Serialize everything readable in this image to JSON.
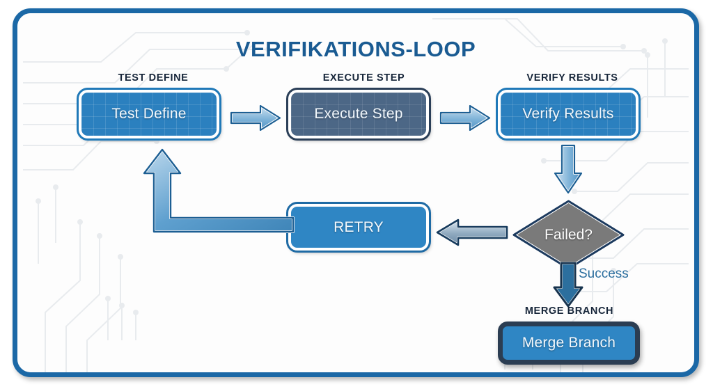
{
  "diagram": {
    "title": "VERIFIKATIONS-LOOP",
    "type": "flowchart",
    "accent_color": "#1b68a6",
    "title_color": "#1a5b92",
    "nodes": [
      {
        "id": "test-define",
        "caption": "TEST DEFINE",
        "label": "Test Define",
        "shape": "rounded-rect",
        "fill": "#2b80bf"
      },
      {
        "id": "execute-step",
        "caption": "EXECUTE STEP",
        "label": "Execute Step",
        "shape": "rounded-rect",
        "fill": "#4c6786"
      },
      {
        "id": "verify-results",
        "caption": "VERIFY RESULTS",
        "label": "Verify Results",
        "shape": "rounded-rect",
        "fill": "#2b80bf"
      },
      {
        "id": "failed-decision",
        "caption": "",
        "label": "Failed?",
        "shape": "diamond",
        "fill": "#7a7a7a"
      },
      {
        "id": "retry",
        "caption": "",
        "label": "RETRY",
        "shape": "rounded-rect",
        "fill": "#2f86c4"
      },
      {
        "id": "merge-branch",
        "caption": "MERGE BRANCH",
        "label": "Merge Branch",
        "shape": "rounded-rect",
        "fill": "#2f86c4"
      }
    ],
    "edges": [
      {
        "id": "e1",
        "from": "test-define",
        "to": "execute-step",
        "label": "",
        "direction": "right"
      },
      {
        "id": "e2",
        "from": "execute-step",
        "to": "verify-results",
        "label": "",
        "direction": "right"
      },
      {
        "id": "e3",
        "from": "verify-results",
        "to": "failed-decision",
        "label": "",
        "direction": "down"
      },
      {
        "id": "e4",
        "from": "failed-decision",
        "to": "retry",
        "label": "",
        "direction": "left"
      },
      {
        "id": "e5",
        "from": "retry",
        "to": "test-define",
        "label": "",
        "direction": "elbow-left-up"
      },
      {
        "id": "e6",
        "from": "failed-decision",
        "to": "merge-branch",
        "label": "Success",
        "direction": "down"
      }
    ]
  }
}
